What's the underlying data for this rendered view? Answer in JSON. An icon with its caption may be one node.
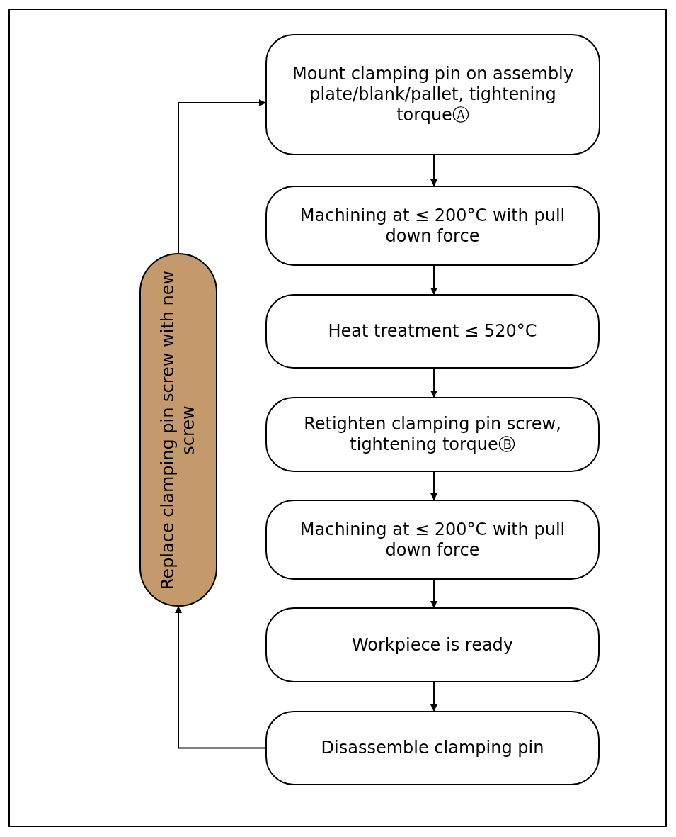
{
  "diagram": {
    "nodes": [
      {
        "text": [
          "Mount clamping pin on assembly plate/blank/pallet, tightening torqueⒶ"
        ]
      },
      {
        "text": [
          "Machining at ≤ 200°C with pull down force"
        ]
      },
      {
        "text": [
          "Heat treatment ≤ 520°C"
        ]
      },
      {
        "text": [
          "Retighten clamping pin screw, tightening torqueⒷ"
        ]
      },
      {
        "text": [
          "Machining at ≤ 200°C with pull down force"
        ]
      },
      {
        "text": [
          "Workpiece is ready"
        ]
      },
      {
        "text": [
          "Disassemble clamping pin"
        ]
      },
      {
        "text": [
          "Replace clamping pin screw with new screw"
        ]
      }
    ],
    "edges": [
      {
        "from": 0,
        "to": 1,
        "arrow": "to"
      },
      {
        "from": 1,
        "to": 2,
        "arrow": "to"
      },
      {
        "from": 2,
        "to": 3,
        "arrow": "to"
      },
      {
        "from": 3,
        "to": 4,
        "arrow": "to"
      },
      {
        "from": 4,
        "to": 5,
        "arrow": "to"
      },
      {
        "from": 5,
        "to": 6,
        "arrow": "to"
      },
      {
        "from": 6,
        "to": 7,
        "arrow": "to"
      },
      {
        "from": 7,
        "to": 0,
        "arrow": "to"
      }
    ]
  }
}
